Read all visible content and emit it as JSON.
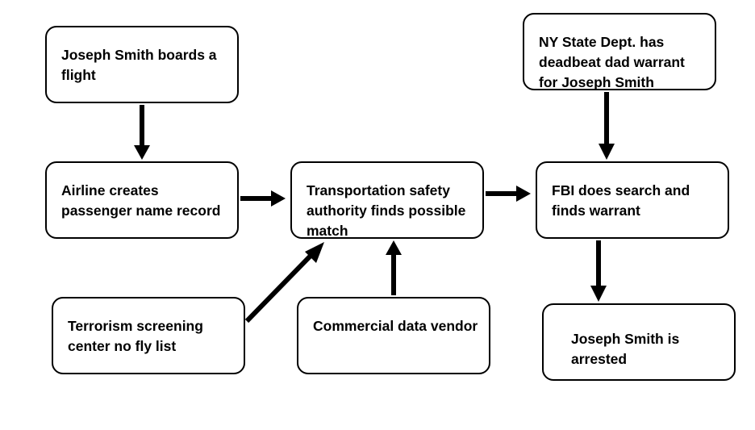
{
  "nodes": {
    "boards": {
      "line1": "Joseph Smith boards a",
      "line2": "flight"
    },
    "airline": {
      "line1": "Airline creates",
      "line2": "passenger name record"
    },
    "tsa": {
      "line1": "Transportation safety",
      "line2": "authority finds possible",
      "line3": "match"
    },
    "fbi": {
      "line1": "FBI does search and",
      "line2": "finds warrant"
    },
    "nystate": {
      "line1": "NY State Dept. has",
      "line2": "deadbeat dad warrant",
      "line3": "for Joseph Smith"
    },
    "terror": {
      "line1": "Terrorism screening",
      "line2": "center no fly list"
    },
    "vendor": {
      "line1": "Commercial data vendor"
    },
    "arrested": {
      "line1": "Joseph Smith is",
      "line2": "arrested"
    }
  },
  "colors": {
    "stroke": "#000000",
    "fill": "#ffffff"
  }
}
